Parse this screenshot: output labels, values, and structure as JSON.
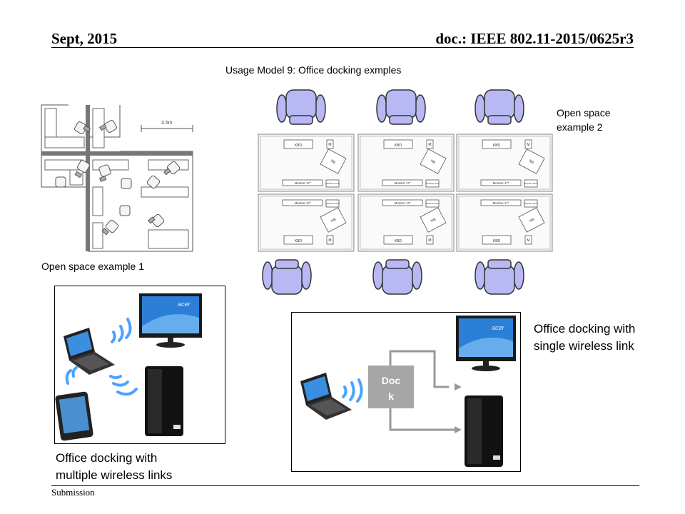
{
  "header": {
    "date": "Sept, 2015",
    "doc_id": "doc.: IEEE 802.11-2015/0625r3"
  },
  "title": "Usage Model 9: Office docking exmples",
  "open_space_1": {
    "label": "Open space example 1",
    "dimension": "3.5m"
  },
  "open_space_2": {
    "label_line1": "Open space",
    "label_line2": "example 2",
    "desk_labels": {
      "kbd": "KBD",
      "m": "M",
      "nb": "NB",
      "monitor": "Monitor 17\"",
      "dock": "Wireless Dock"
    }
  },
  "multi_link": {
    "caption_line1": "Office docking with",
    "caption_line2": "multiple wireless links",
    "monitor_brand": "acer"
  },
  "single_link": {
    "caption_line1": "Office docking with",
    "caption_line2": "single wireless link",
    "dock_line1": "Doc",
    "dock_line2": "k",
    "monitor_brand": "acer"
  },
  "footer": {
    "left": "Submission"
  }
}
